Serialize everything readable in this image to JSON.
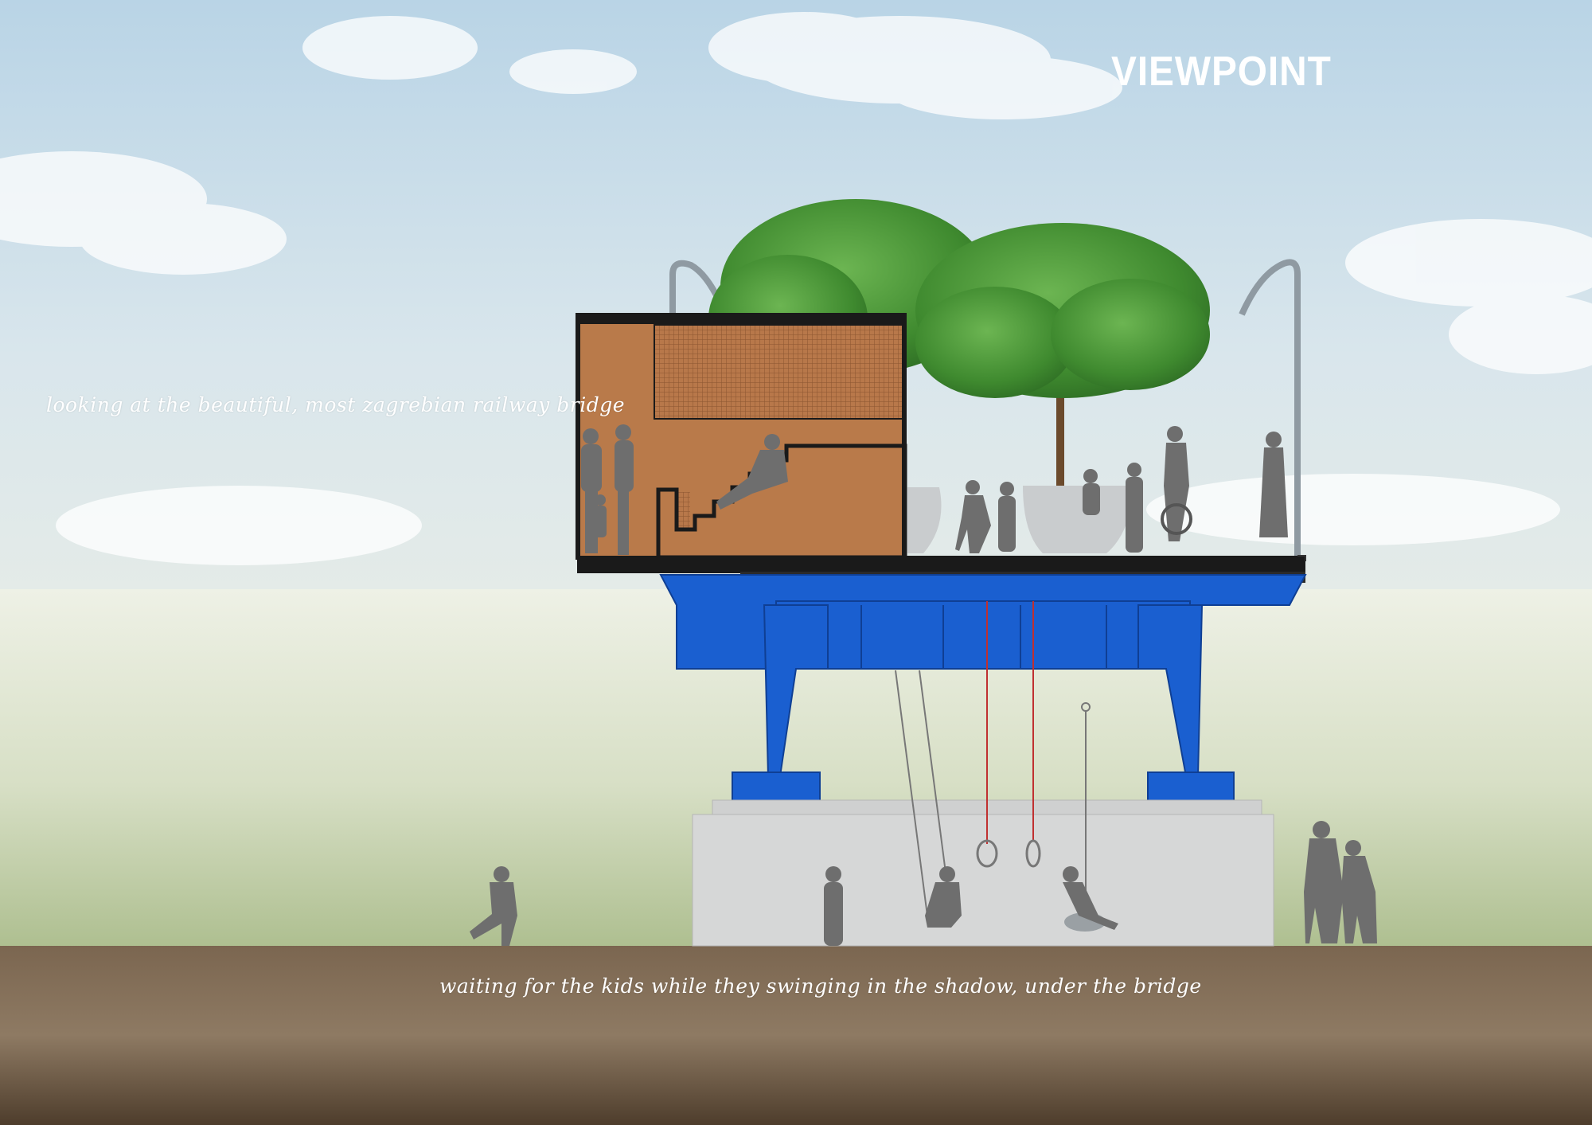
{
  "title": "VIEWPOINT",
  "captions": {
    "top": "looking at the beautiful, most zagrebian railway bridge",
    "bottom": "waiting for the kids while they swinging in the shadow, under the bridge"
  },
  "colors": {
    "sky": "#cfe0ea",
    "ground": "#6e5a45",
    "bridge_steel": "#1a5fd0",
    "pavilion_wall": "#b97a4a",
    "concrete": "#d3d3d3",
    "tree": "#4f9a3c"
  }
}
